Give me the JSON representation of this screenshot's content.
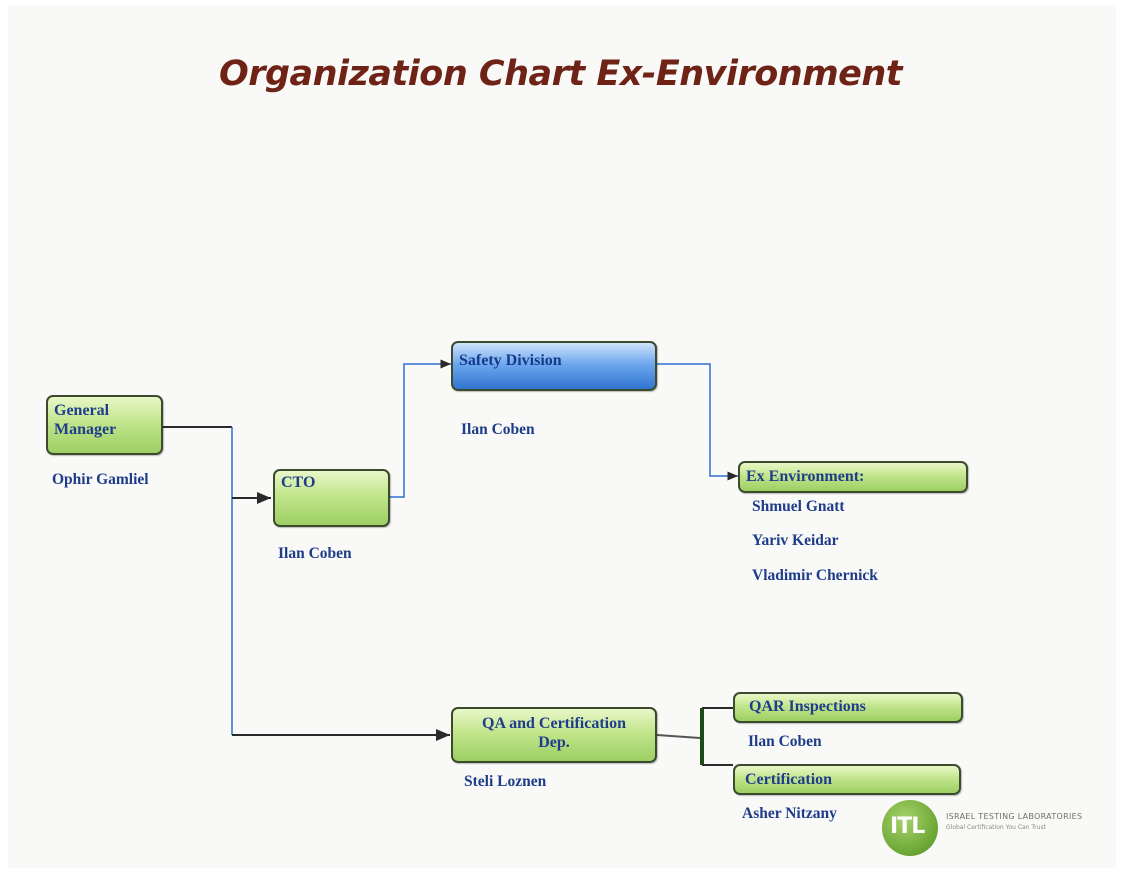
{
  "title": "Organization Chart Ex-Environment",
  "nodes": {
    "general_manager": {
      "label": "General Manager",
      "person": "Ophir Gamliel"
    },
    "cto": {
      "label": "CTO",
      "person": "Ilan Coben"
    },
    "safety_division": {
      "label": "Safety Division",
      "person": "Ilan Coben"
    },
    "ex_environment": {
      "label": "Ex Environment:",
      "members": [
        "Shmuel Gnatt",
        "Yariv Keidar",
        "Vladimir Chernick"
      ]
    },
    "qa_certification": {
      "label_line1": "QA and Certification",
      "label_line2": "Dep.",
      "person": "Steli Loznen"
    },
    "qar_inspections": {
      "label": "QAR Inspections",
      "person": "Ilan Coben"
    },
    "certification": {
      "label": "Certification",
      "person": "Asher Nitzany"
    }
  },
  "logo": {
    "mark": "ITL",
    "name": "ISRAEL TESTING LABORATORIES",
    "tagline": "Global Certification You Can Trust"
  },
  "colors": {
    "title": "#6e2316",
    "text": "#1e3c8a",
    "green_box": "#b5dd7a",
    "blue_box": "#4f8fe0",
    "line_dark": "#2a2a2a",
    "line_blue": "#2f6fd0",
    "logo_green": "#6aa633"
  }
}
